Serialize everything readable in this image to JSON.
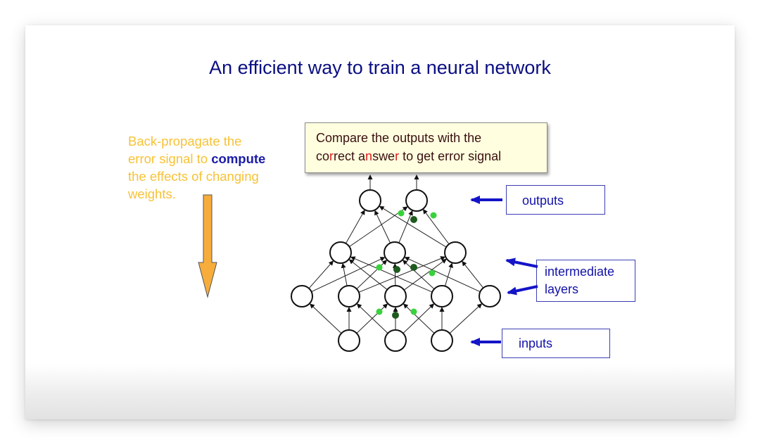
{
  "slide": {
    "title": "An efficient way to train a neural network"
  },
  "backprop_note": {
    "line1": "Back-propagate  the",
    "line2_pre": "error signal to ",
    "line2_strong": "compute",
    "line3": "the effects of changing",
    "line4": "weights."
  },
  "compare_box": {
    "line1": "Compare the outputs with the",
    "line2_parts": [
      "co",
      "r",
      "rect a",
      "n",
      "swe",
      "r",
      " to get error signal"
    ]
  },
  "labels": {
    "outputs": "outputs",
    "intermediate_line1": "intermediate",
    "intermediate_line2": "layers",
    "inputs": "inputs"
  },
  "colors": {
    "title": "#0b0f82",
    "note_text": "#f7c236",
    "note_strong": "#1b1ca6",
    "arrow_fill": "#f7ad3c",
    "label_arrow": "#1414c8",
    "light_dot": "#38d23a",
    "dark_dot": "#1f5a1f"
  },
  "network": {
    "layers": [
      {
        "name": "outputs",
        "count": 2
      },
      {
        "name": "hidden-2",
        "count": 3
      },
      {
        "name": "hidden-1",
        "count": 5
      },
      {
        "name": "inputs",
        "count": 3
      }
    ]
  }
}
